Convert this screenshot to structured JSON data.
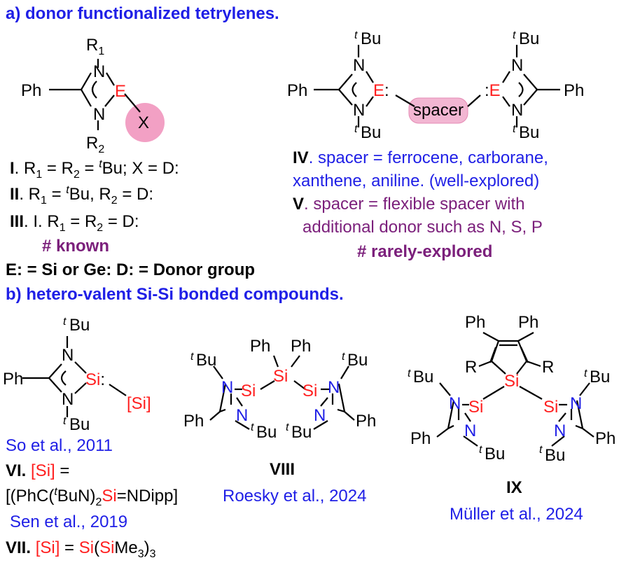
{
  "colors": {
    "blue": "#1f1fe6",
    "purple": "#7b1f7b",
    "red": "#ff1f1f",
    "black": "#000000",
    "pink": "#f2a0c4"
  },
  "section_a": {
    "heading": "a) donor functionalized tetrylenes.",
    "struct1": {
      "R1": "R",
      "R1_sub": "1",
      "R2": "R",
      "R2_sub": "2",
      "N": "N",
      "Ph": "Ph",
      "E": "E",
      "X": "X"
    },
    "entry_I": "I",
    "entry_I_text": ". R",
    "entry_I_rest": "Bu; X = D:",
    "entry_II": "II",
    "entry_II_text": ". R",
    "entry_II_rest": "Bu, R",
    "entry_III": "III",
    "entry_III_text": ". I. R",
    "sub1": "1",
    "sub2": "2",
    "eq": " = R",
    "eq2": " = ",
    "t": "t",
    "D_tail": " = D:",
    "known": "# known",
    "definition": "E: = Si or Ge: D: = Donor group",
    "bridged": {
      "tBu": "Bu",
      "t": "t",
      "Ph": "Ph",
      "N": "N",
      "E_left": "E:",
      "E_right": ":E",
      "spacer": "spacer"
    },
    "entry_IV_label": "IV",
    "entry_IV_line1": ". spacer = ferrocene, carborane,",
    "entry_IV_line2": "xanthene, aniline. (well-explored)",
    "entry_V_label": "V",
    "entry_V_line1": ". spacer = flexible spacer with",
    "entry_V_line2": "additional donor such as N, S, P",
    "rarely": "# rarely-explored"
  },
  "section_b": {
    "heading": "b) hetero-valent Si-Si bonded compounds.",
    "struct_VI": {
      "Si": "Si:",
      "Si_bracket": "[Si]",
      "tBu": "Bu",
      "t": "t",
      "N": "N",
      "Ph": "Ph"
    },
    "ref_so": "So et al., 2011",
    "entry_VI_label": "VI.",
    "entry_VI_sil": "[Si]",
    "entry_VI_eq": " =",
    "entry_VI_formula_a": "[(PhC(",
    "entry_VI_formula_t": "t",
    "entry_VI_formula_b": "BuN)",
    "entry_VI_formula_sub": "2",
    "entry_VI_formula_si": "Si",
    "entry_VI_formula_c": "=NDipp]",
    "ref_sen": "Sen et al., 2019",
    "entry_VII_label": "VII.",
    "entry_VII_sil": "[Si]",
    "entry_VII_eq": " = ",
    "entry_VII_si": "Si",
    "entry_VII_a": "(",
    "entry_VII_si2": "Si",
    "entry_VII_b": "Me",
    "entry_VII_sub3": "3",
    "entry_VII_c": ")",
    "entry_VII_sub3b": "3",
    "struct_VIII": {
      "Ph": "Ph",
      "Si": "Si",
      "N": "N",
      "tBu": "Bu",
      "t": "t",
      "tBu_pair": "Bu"
    },
    "label_VIII": "VIII",
    "ref_roesky": "Roesky et al., 2024",
    "struct_IX": {
      "Ph": "Ph",
      "R": "R",
      "Si": "Si",
      "N": "N",
      "tBu": "Bu",
      "t": "t"
    },
    "label_IX": "IX",
    "ref_muller": "Müller et al., 2024"
  }
}
